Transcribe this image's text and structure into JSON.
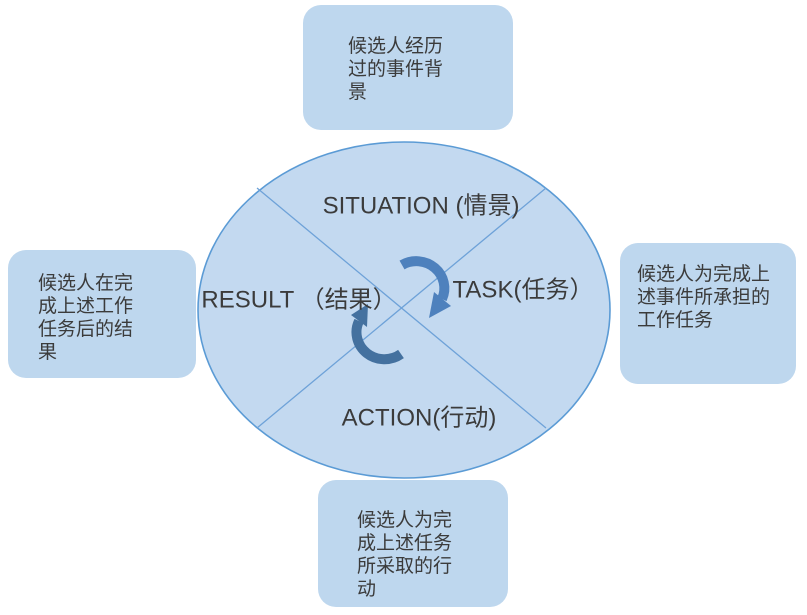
{
  "colors": {
    "background": "#ffffff",
    "box_fill": "#bed7ee",
    "ellipse_fill": "#c3d9f0",
    "ellipse_stroke": "#5b9bd5",
    "divider_stroke": "#6ea2d8",
    "arrow_top": "#4e81bd",
    "arrow_bottom": "#44719f",
    "text": "#3b3b3b"
  },
  "ellipse": {
    "situation_label": "SITUATION (情景)",
    "task_label": "TASK(任务）",
    "result_label": "RESULT （结果）",
    "action_label": "ACTION(行动)"
  },
  "callouts": {
    "top": {
      "text": "候选人经历过的事件背景",
      "lines": [
        "候选人经历",
        "过的事件背",
        "景"
      ]
    },
    "right": {
      "text": "候选人为完成上述事件所承担的工作任务",
      "lines": [
        "候选人为完成上",
        "述事件所承担的",
        "工作任务"
      ]
    },
    "left": {
      "text": "候选人在完成上述工作任务后的结果",
      "lines": [
        "候选人在完",
        "成上述工作",
        "任务后的结",
        "果"
      ]
    },
    "bottom": {
      "text": "候选人为完成上述任务所采取的行动",
      "lines": [
        "候选人为完",
        "成上述任务",
        "所采取的行",
        "动"
      ]
    }
  }
}
